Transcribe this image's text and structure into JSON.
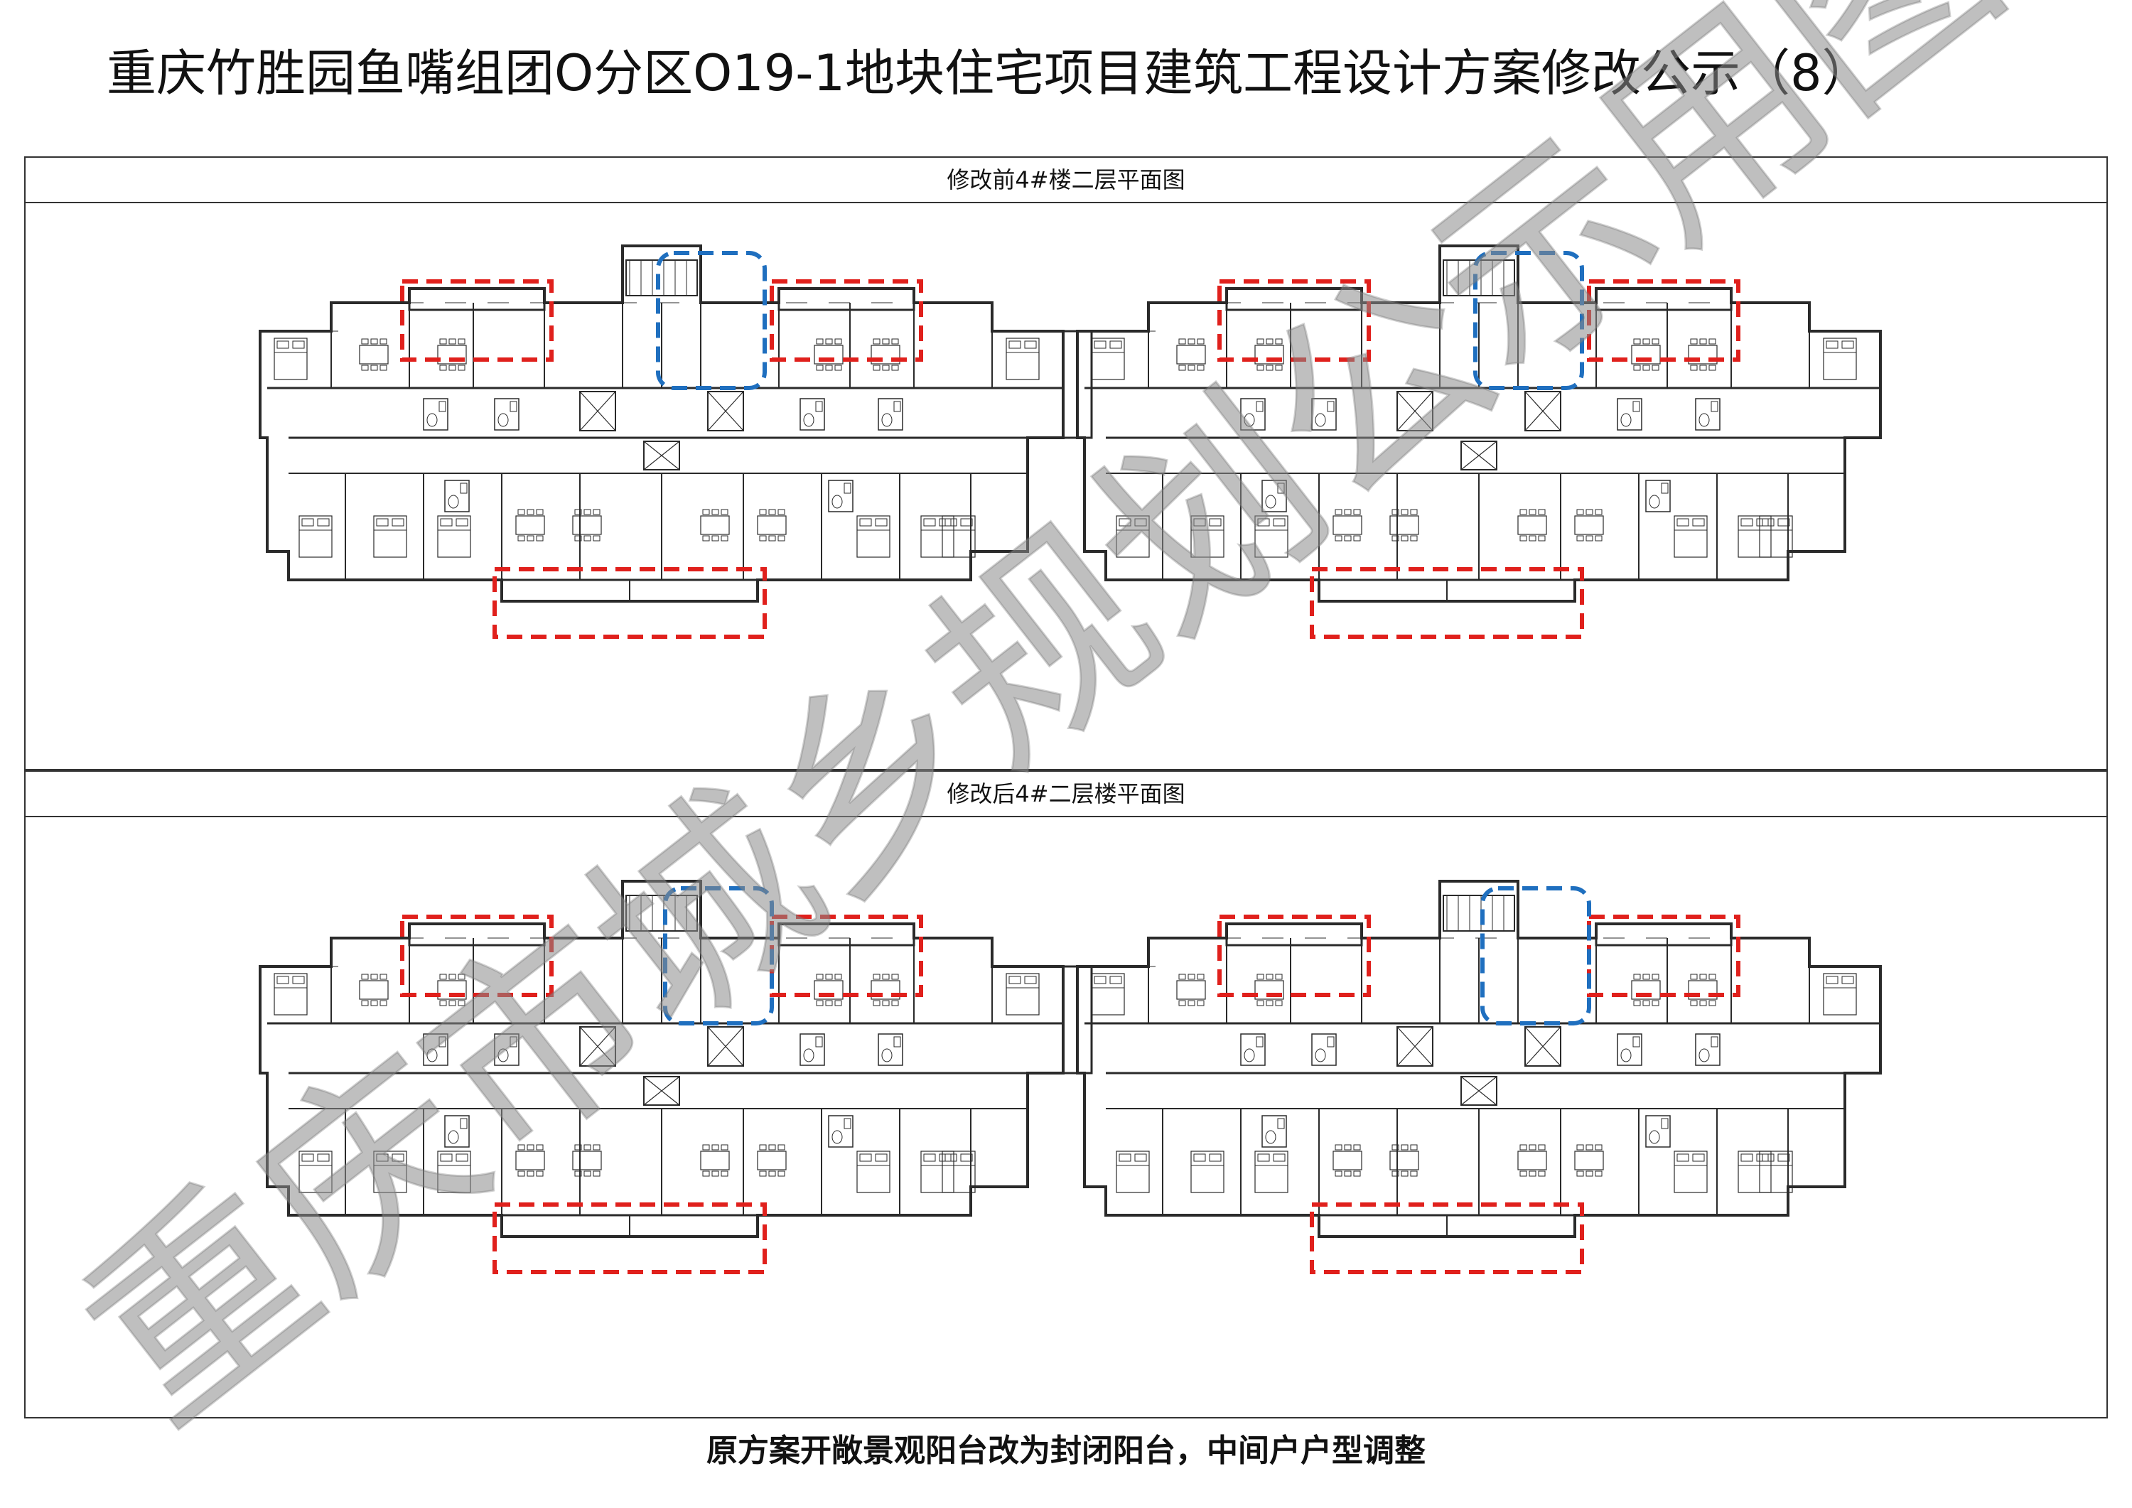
{
  "title": "重庆竹胜园鱼嘴组团O分区O19-1地块住宅项目建筑工程设计方案修改公示（8）",
  "panels": [
    {
      "heading": "修改前4#楼二层平面图"
    },
    {
      "heading": "修改后4#二层楼平面图"
    }
  ],
  "footer_note": "原方案开敞景观阳台改为封闭阳台，中间户户型调整",
  "watermark_text": "重庆市城乡规划公示用图",
  "colors": {
    "red_highlight": "#e0201c",
    "blue_highlight": "#1f6fbf",
    "line": "#2a2a2a",
    "watermark": "#8a8a8a"
  }
}
